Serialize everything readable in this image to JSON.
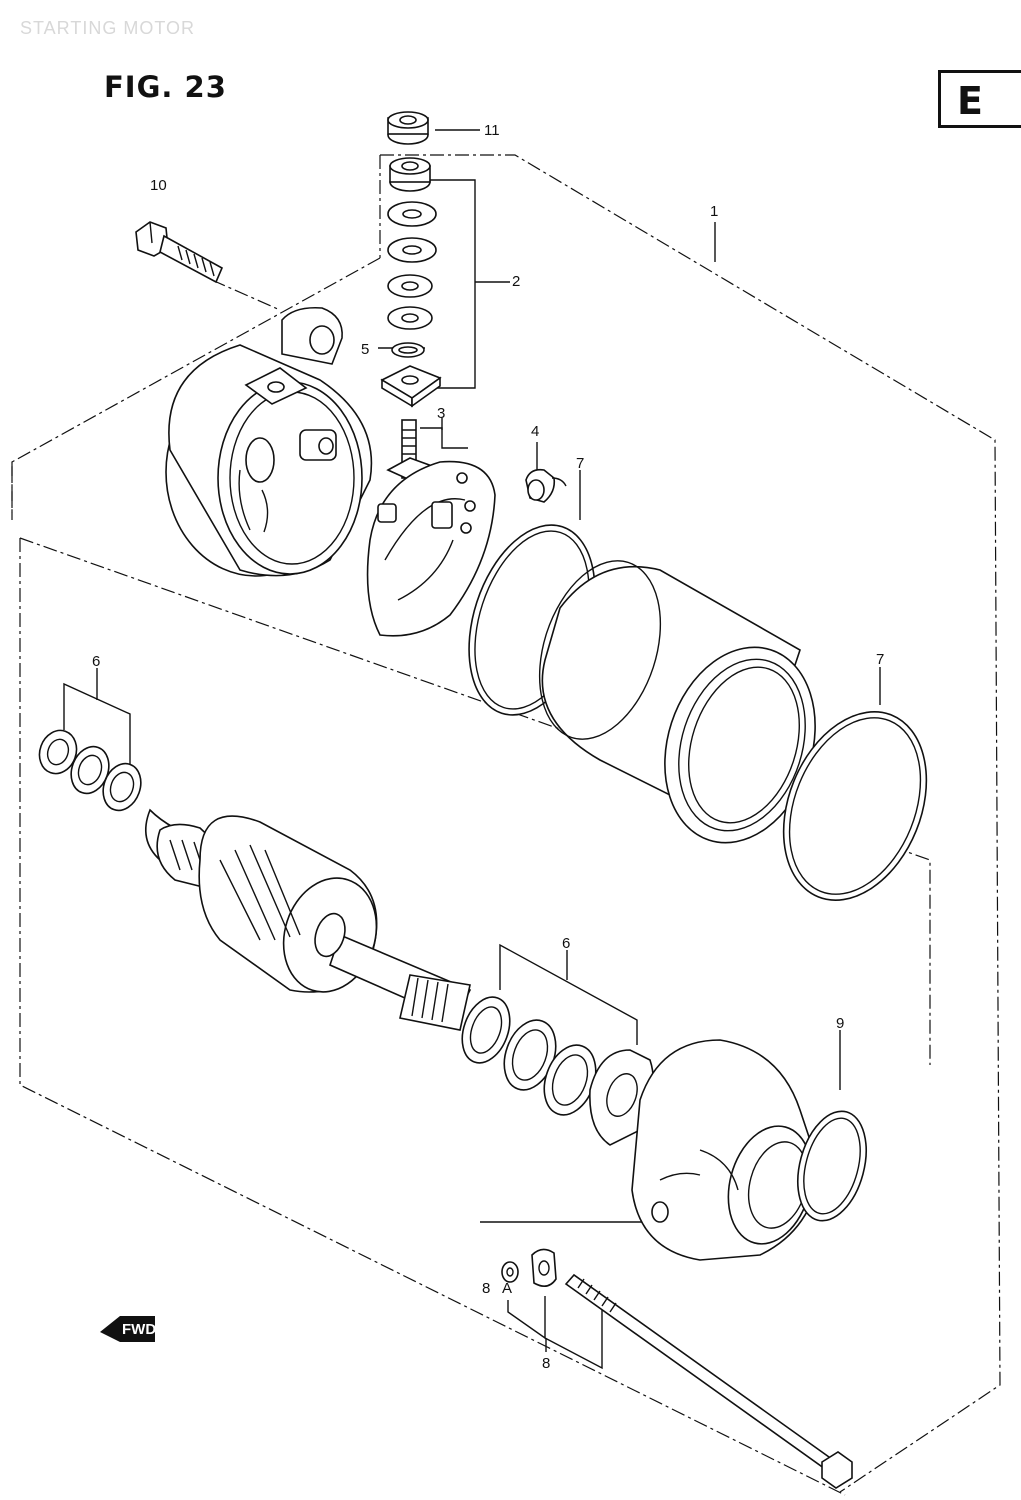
{
  "header": {
    "faint_title": "STARTING MOTOR",
    "figure_label": "FIG. 23",
    "section_code": "E"
  },
  "callouts": {
    "c1": "1",
    "c2": "2",
    "c3": "3",
    "c4": "4",
    "c5": "5",
    "c6_left": "6",
    "c6_right": "6",
    "c7_top": "7",
    "c7_right": "7",
    "c8_left": "8",
    "c8_bottom": "8",
    "c8_A": "A",
    "c9": "9",
    "c10": "10",
    "c11": "11"
  },
  "fwd_label": "FWD"
}
